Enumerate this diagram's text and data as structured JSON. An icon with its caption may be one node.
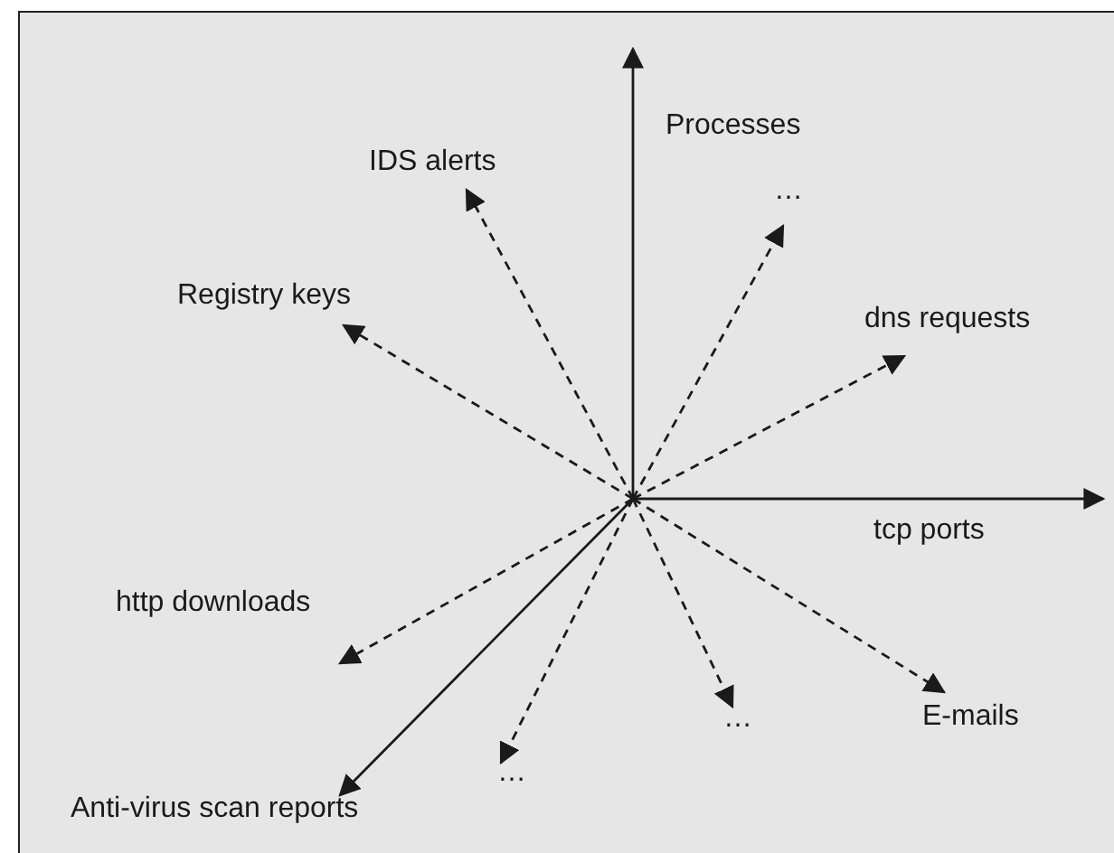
{
  "diagram": {
    "nodes": [
      {
        "text": [
          "Processes"
        ]
      },
      {
        "text": [
          "IDS alerts"
        ]
      },
      {
        "text": [
          "…"
        ]
      },
      {
        "text": [
          "Registry keys"
        ]
      },
      {
        "text": [
          "dns requests"
        ]
      },
      {
        "text": [
          "tcp ports"
        ]
      },
      {
        "text": [
          "http downloads"
        ]
      },
      {
        "text": [
          "E-mails"
        ]
      },
      {
        "text": [
          "…"
        ]
      },
      {
        "text": [
          "…"
        ]
      },
      {
        "text": [
          "Anti-virus scan reports"
        ]
      }
    ],
    "edges": [
      {
        "from": null,
        "to": 0,
        "arrow": "to"
      },
      {
        "from": null,
        "to": 1,
        "arrow": "to",
        "style": "dashed"
      },
      {
        "from": null,
        "to": 2,
        "arrow": "to",
        "style": "dashed"
      },
      {
        "from": null,
        "to": 3,
        "arrow": "to",
        "style": "dashed"
      },
      {
        "from": null,
        "to": 4,
        "arrow": "to",
        "style": "dashed"
      },
      {
        "from": null,
        "to": 5,
        "arrow": "to"
      },
      {
        "from": null,
        "to": 6,
        "arrow": "to",
        "style": "dashed"
      },
      {
        "from": null,
        "to": 7,
        "arrow": "to",
        "style": "dashed"
      },
      {
        "from": null,
        "to": 8,
        "arrow": "to",
        "style": "dashed"
      },
      {
        "from": null,
        "to": 9,
        "arrow": "to",
        "style": "dashed"
      },
      {
        "from": null,
        "to": 10,
        "arrow": "to"
      }
    ]
  }
}
